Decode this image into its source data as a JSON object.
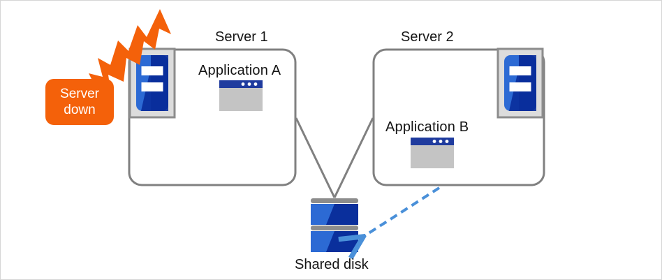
{
  "diagram": {
    "title_server1": "Server 1",
    "title_server2": "Server 2",
    "app_a_label": "Application  A",
    "app_b_label": "Application  B",
    "shared_disk_label": "Shared disk",
    "failure_badge": {
      "line1": "Server",
      "line2": "down"
    },
    "colors": {
      "accent_orange": "#F4610A",
      "server_blue_light": "#2C6AD4",
      "server_blue_dark": "#0A2F9C",
      "app_titlebar": "#1F3B9E",
      "app_body": "#C4C4C4",
      "icon_frame_fill": "#DCDCDC",
      "icon_frame_border": "#8C8C8C",
      "box_border": "#808080",
      "connector_gray": "#808080",
      "dashed_arrow_blue": "#4A90D9",
      "disk_blue_light": "#2C6AD4",
      "disk_blue_dark": "#0A2F9C",
      "disk_bar_gray": "#8C8C8C",
      "text": "#141414"
    },
    "icons": {
      "server1": "server-icon",
      "server2": "server-icon",
      "app_a": "app-window-icon",
      "app_b": "app-window-icon",
      "disk": "shared-disk-icon",
      "burst": "lightning-burst-icon",
      "replication": "dashed-arrow-icon"
    }
  }
}
